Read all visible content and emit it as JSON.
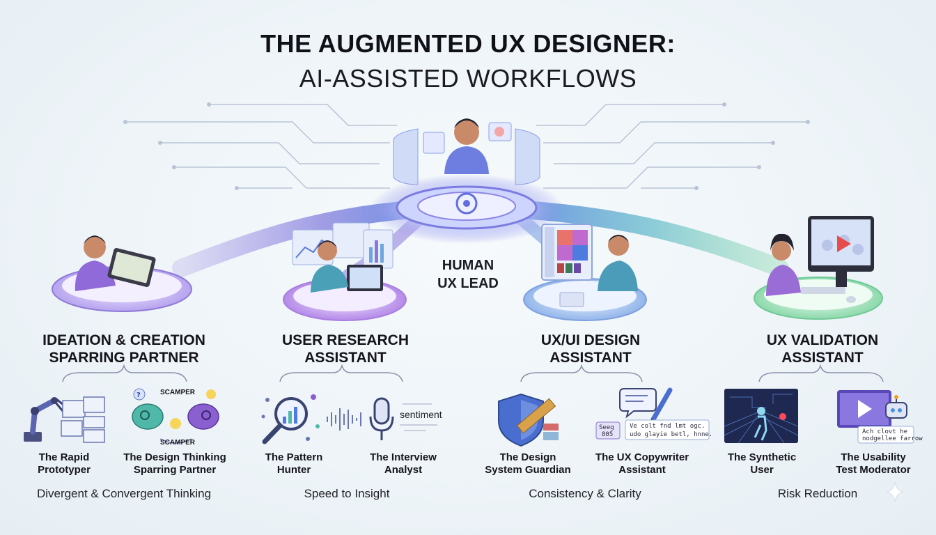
{
  "title": {
    "line1": "THE AUGMENTED UX DESIGNER:",
    "line2": "AI-ASSISTED WORKFLOWS"
  },
  "center": {
    "line1": "HUMAN",
    "line2": "UX LEAD"
  },
  "colors": {
    "purple": "#7a5fd0",
    "blue": "#4a8fd8",
    "teal": "#4fbfb8",
    "green": "#5ec98a",
    "skin": "#c98a6a",
    "shirt": "#6d7ee0"
  },
  "pillars": [
    {
      "heading": {
        "line1": "IDEATION & CREATION",
        "line2": "SPARRING PARTNER"
      },
      "tools": [
        {
          "icon": "robot-arm-wireframe-icon",
          "label1": "The Rapid",
          "label2": "Prototyper"
        },
        {
          "icon": "brain-lightbulb-icon",
          "label1": "The Design Thinking",
          "label2": "Sparring Partner"
        }
      ],
      "icon_text": {
        "scamper_top": "SCAMPER",
        "scamper_bottom": "SCAMPER"
      },
      "tagline": "Divergent & Convergent Thinking"
    },
    {
      "heading": {
        "line1": "USER RESEARCH",
        "line2": "ASSISTANT"
      },
      "tools": [
        {
          "icon": "magnifier-chart-icon",
          "label1": "The Pattern",
          "label2": "Hunter"
        },
        {
          "icon": "microphone-sentiment-icon",
          "label1": "The Interview",
          "label2": "Analyst"
        }
      ],
      "icon_text": {
        "sentiment": "sentiment"
      },
      "tagline": "Speed to Insight"
    },
    {
      "heading": {
        "line1": "UX/UI DESIGN",
        "line2": "ASSISTANT"
      },
      "tools": [
        {
          "icon": "shield-ruler-icon",
          "label1": "The Design",
          "label2": "System Guardian"
        },
        {
          "icon": "speech-bubble-pen-icon",
          "label1": "The UX Copywriter",
          "label2": "Assistant"
        }
      ],
      "icon_text": {
        "chip1": "Seeg",
        "chip2": "805",
        "card1": "Ve colt fnd lmt ogc.",
        "card2": "udo glayie betl, hnne."
      },
      "tagline": "Consistency & Clarity"
    },
    {
      "heading": {
        "line1": "UX VALIDATION",
        "line2": "ASSISTANT"
      },
      "tools": [
        {
          "icon": "synthetic-user-icon",
          "label1": "The Synthetic",
          "label2": "User"
        },
        {
          "icon": "video-robot-icon",
          "label1": "The Usability",
          "label2": "Test Moderator"
        }
      ],
      "icon_text": {
        "bubble1": "Ach clovt he",
        "bubble2": "nodgellee farrow"
      },
      "tagline": "Risk Reduction"
    }
  ]
}
